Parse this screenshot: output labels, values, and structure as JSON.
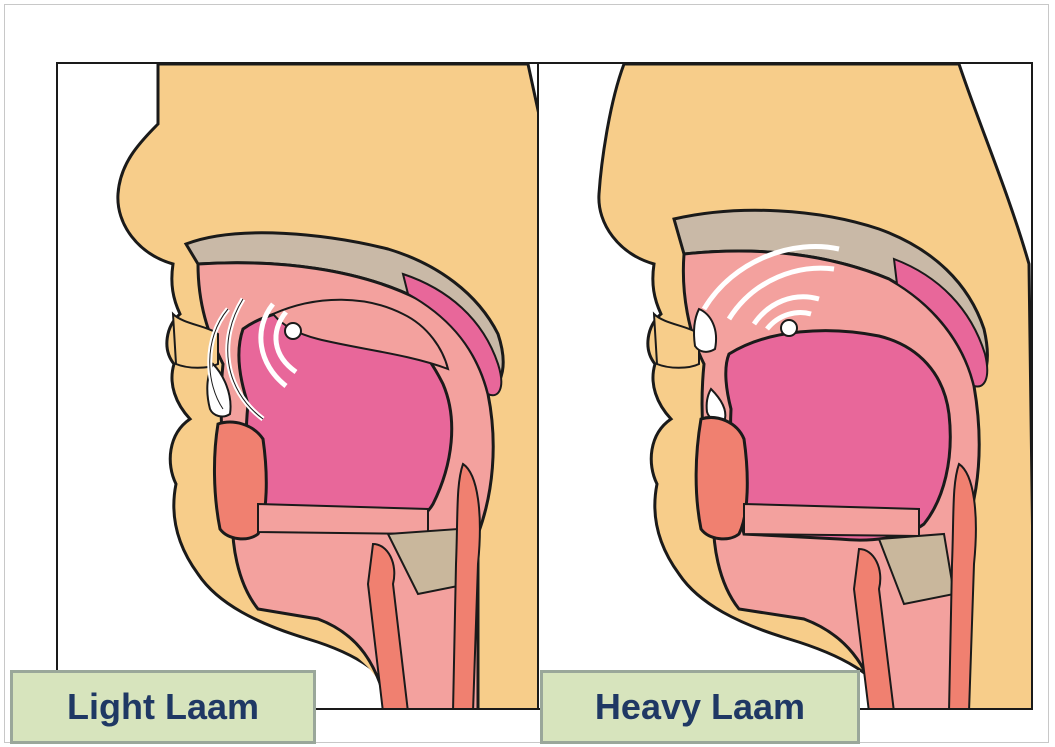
{
  "panels": [
    {
      "id": "light",
      "label": "Light Laam"
    },
    {
      "id": "heavy",
      "label": "Heavy Laam"
    }
  ],
  "colors": {
    "skin": "#f7cd8a",
    "outline": "#1a1a1a",
    "palate_gray": "#c9b9a7",
    "mouth_pink": "#f3a19e",
    "tongue_magenta": "#e8679a",
    "lip_red": "#f08070",
    "throat_tan": "#c9b79c",
    "label_bg": "#d7e4bd",
    "label_text": "#1f3864"
  }
}
